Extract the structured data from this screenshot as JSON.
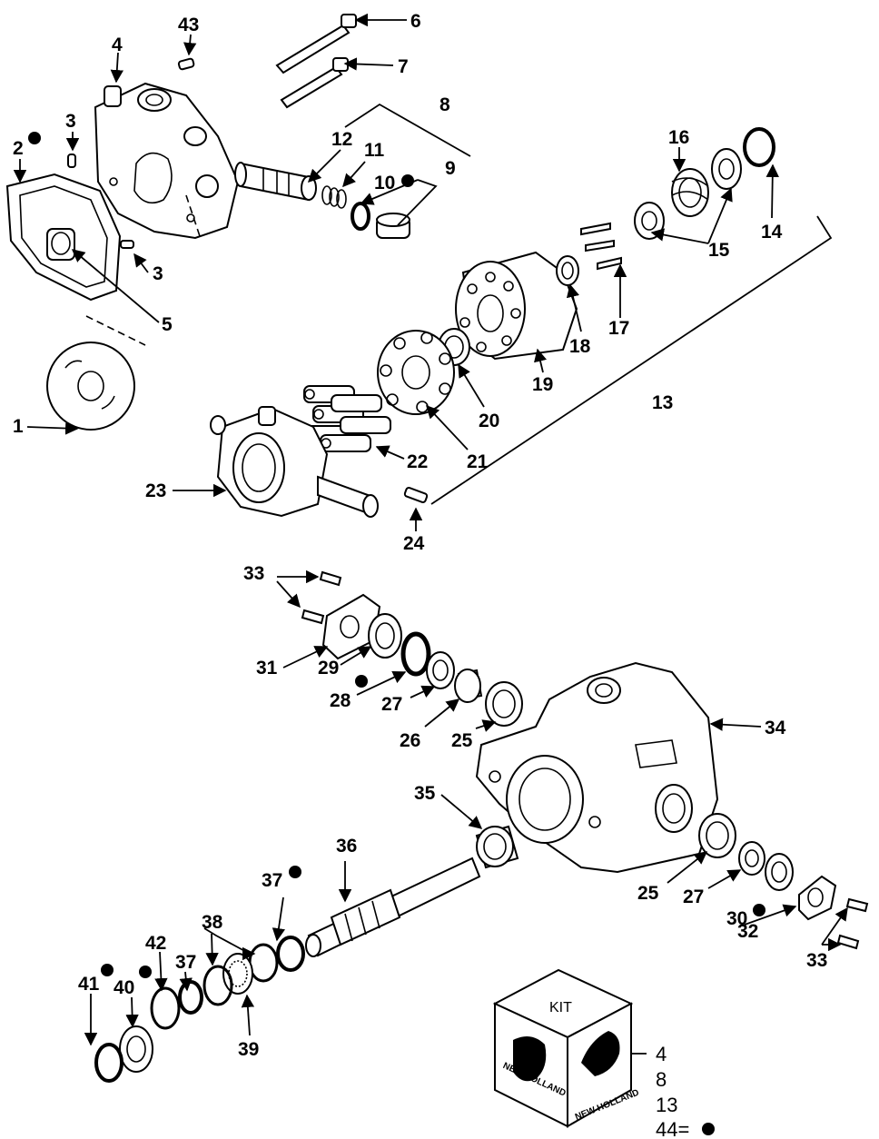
{
  "callouts": {
    "c1": "1",
    "c2": "2",
    "c3a": "3",
    "c3b": "3",
    "c4": "4",
    "c5": "5",
    "c6": "6",
    "c7": "7",
    "c8": "8",
    "c9": "9",
    "c10": "10",
    "c11": "11",
    "c12": "12",
    "c13": "13",
    "c14": "14",
    "c15": "15",
    "c16": "16",
    "c17": "17",
    "c18": "18",
    "c19": "19",
    "c20": "20",
    "c21": "21",
    "c22": "22",
    "c23": "23",
    "c24": "24",
    "c25a": "25",
    "c25b": "25",
    "c26": "26",
    "c27a": "27",
    "c27b": "27",
    "c28": "28",
    "c29": "29",
    "c30": "30",
    "c31": "31",
    "c32": "32",
    "c33a": "33",
    "c33b": "33",
    "c34": "34",
    "c35": "35",
    "c36": "36",
    "c37a": "37",
    "c37b": "37",
    "c38": "38",
    "c39": "39",
    "c40": "40",
    "c41": "41",
    "c42": "42",
    "c43": "43"
  },
  "kit": {
    "title": "KIT",
    "brand_left": "NEW HOLLAND",
    "brand_right": "NEW HOLLAND",
    "items": [
      "4",
      "8",
      "13",
      "44="
    ]
  },
  "bullet_marked_parts": [
    "2",
    "10",
    "28",
    "30",
    "37",
    "40",
    "41",
    "44"
  ]
}
